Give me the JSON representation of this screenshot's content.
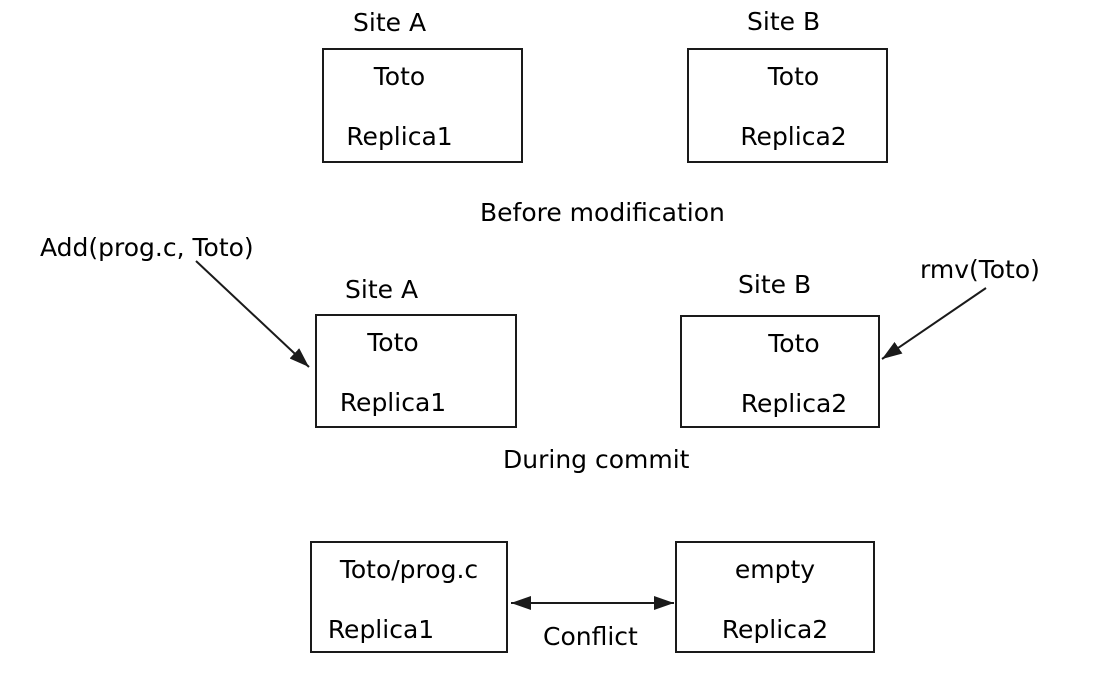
{
  "colors": {
    "line": "#1a1a1a",
    "text": "#000000",
    "background": "#ffffff"
  },
  "before": {
    "caption": "Before modification",
    "site_a": {
      "title": "Site A",
      "file": "Toto",
      "replica": "Replica1"
    },
    "site_b": {
      "title": "Site B",
      "file": "Toto",
      "replica": "Replica2"
    }
  },
  "during": {
    "caption": "During commit",
    "add_operation": "Add(prog.c, Toto)",
    "rmv_operation": "rmv(Toto)",
    "site_a": {
      "title": "Site A",
      "file": "Toto",
      "replica": "Replica1"
    },
    "site_b": {
      "title": "Site B",
      "file": "Toto",
      "replica": "Replica2"
    }
  },
  "after": {
    "conflict_label": "Conflict",
    "replica1": {
      "file": "Toto/prog.c",
      "replica": "Replica1"
    },
    "replica2": {
      "file": "empty",
      "replica": "Replica2"
    }
  }
}
